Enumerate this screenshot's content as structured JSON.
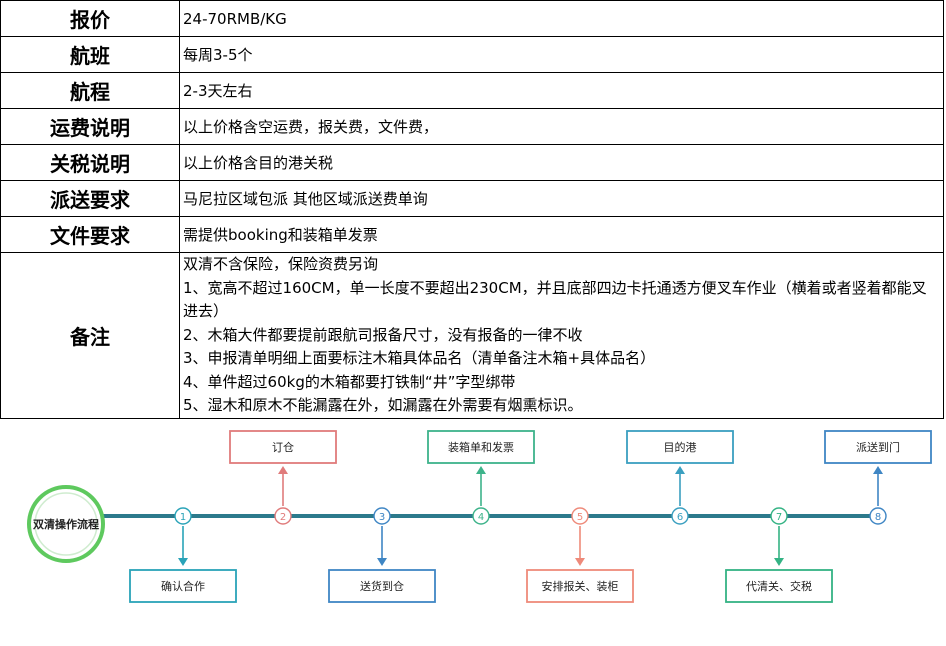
{
  "table": {
    "rows": [
      {
        "label": "报价",
        "value": "24-70RMB/KG"
      },
      {
        "label": "航班",
        "value": "每周3-5个"
      },
      {
        "label": "航程",
        "value": "2-3天左右"
      },
      {
        "label": "运费说明",
        "value": "以上价格含空运费，报关费，文件费，"
      },
      {
        "label": "关税说明",
        "value": "以上价格含目的港关税"
      },
      {
        "label": "派送要求",
        "value": "马尼拉区域包派 其他区域派送费单询"
      },
      {
        "label": "文件要求",
        "value": "需提供booking和装箱单发票"
      }
    ],
    "notes": {
      "label": "备注",
      "lines": [
        "双清不含保险，保险资费另询",
        "1、宽高不超过160CM，单一长度不要超出230CM，并且底部四边卡托通透方便叉车作业（横着或者竖着都能叉进去）",
        "2、木箱大件都要提前跟航司报备尺寸，没有报备的一律不收",
        "3、申报清单明细上面要标注木箱具体品名（清单备注木箱+具体品名）",
        "4、单件超过60kg的木箱都要打铁制“井”字型绑带",
        "5、湿木和原木不能漏露在外，如漏露在外需要有烟熏标识。"
      ]
    }
  },
  "flow": {
    "start_label": "双清操作流程",
    "steps": [
      {
        "num": "1",
        "label": "确认合作",
        "position": "below",
        "color": "#2aa3b8"
      },
      {
        "num": "2",
        "label": "订仓",
        "position": "above",
        "color": "#e07b7b"
      },
      {
        "num": "3",
        "label": "送货到仓",
        "position": "below",
        "color": "#3f86c4"
      },
      {
        "num": "4",
        "label": "装箱单和发票",
        "position": "above",
        "color": "#3db38a"
      },
      {
        "num": "5",
        "label": "安排报关、装柜",
        "position": "below",
        "color": "#ee8a7a"
      },
      {
        "num": "6",
        "label": "目的港",
        "position": "above",
        "color": "#3a9fc0"
      },
      {
        "num": "7",
        "label": "代清关、交税",
        "position": "below",
        "color": "#34b384"
      },
      {
        "num": "8",
        "label": "派送到门",
        "position": "above",
        "color": "#3f86c4"
      }
    ],
    "colors": {
      "line": "#2c7a8c",
      "start_ring": "#5ec95e"
    }
  }
}
